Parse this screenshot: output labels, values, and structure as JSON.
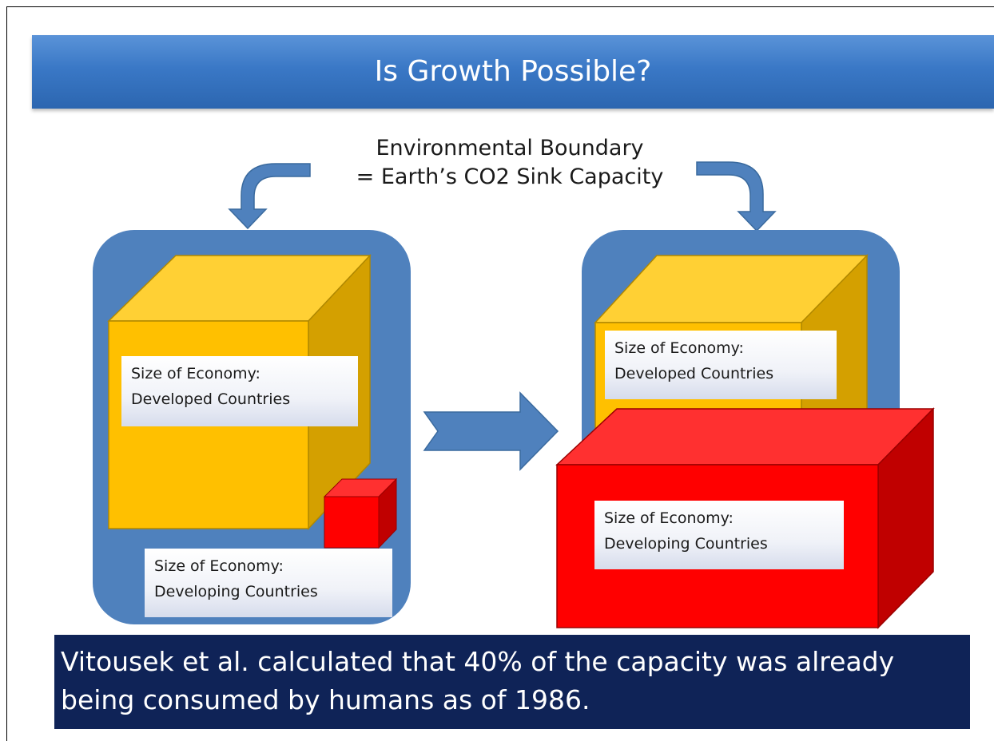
{
  "slide": {
    "title": "Is Growth Possible?",
    "boundary_line1": "Environmental Boundary",
    "boundary_line2": "= Earth’s CO2 Sink Capacity",
    "left": {
      "developed_line1": "Size of Economy:",
      "developed_line2": "Developed Countries",
      "developing_line1": "Size of Economy:",
      "developing_line2": "Developing Countries"
    },
    "right": {
      "developed_line1": "Size of Economy:",
      "developed_line2": "Developed Countries",
      "developing_line1": "Size of Economy:",
      "developing_line2": "Developing Countries"
    },
    "footer": "Vitousek et al. calculated that 40% of the capacity was already being consumed by humans as of 1986."
  },
  "colors": {
    "title_bar": "#3a78c6",
    "boundary_box": "#4f81bd",
    "developed_front": "#ffc000",
    "developed_top": "#ffd034",
    "developed_side": "#d4a000",
    "developing_front": "#ff0000",
    "developing_top": "#ff3030",
    "developing_side": "#c00000",
    "footer_bg": "#0f2357"
  }
}
